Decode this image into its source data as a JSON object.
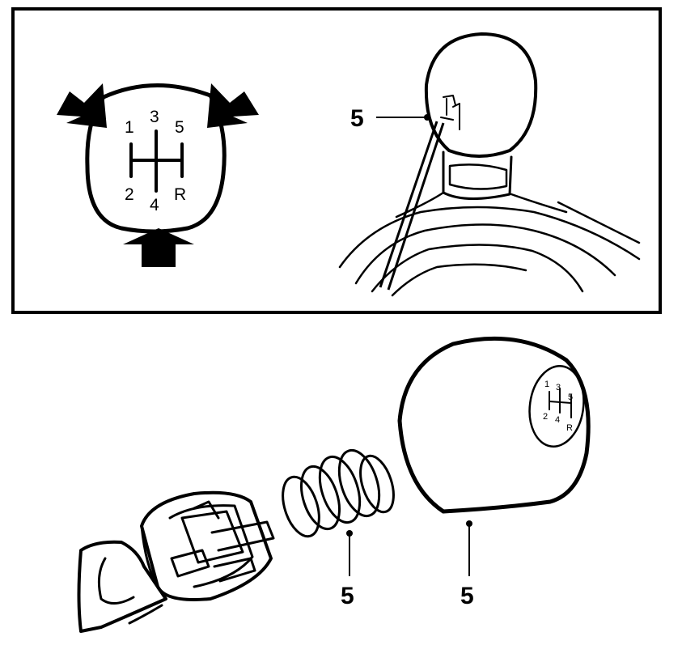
{
  "top_panel": {
    "gear_pattern": {
      "top_row": [
        "1",
        "3",
        "5"
      ],
      "bottom_row": [
        "2",
        "4",
        "R"
      ]
    },
    "callout": "5"
  },
  "bottom_panel": {
    "knob_gear_pattern": {
      "top_row": [
        "1",
        "3",
        "5"
      ],
      "bottom_row": [
        "2",
        "4",
        "R"
      ]
    },
    "callouts": {
      "spring": "5",
      "knob": "5"
    }
  }
}
